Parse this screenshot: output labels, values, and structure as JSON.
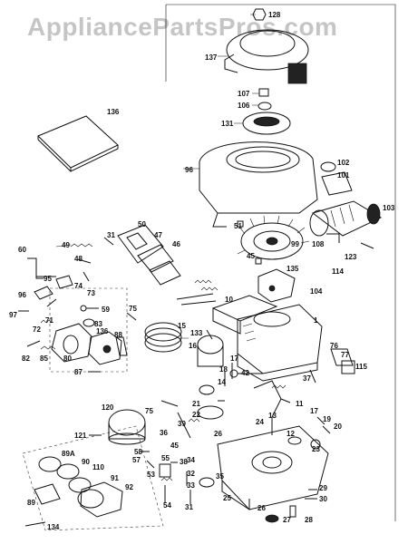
{
  "watermark": "AppliancePartsPros.com",
  "labels": {
    "l128": "128",
    "l137": "137",
    "l107": "107",
    "l106": "106",
    "l131": "131",
    "l136": "136",
    "l96": "96",
    "l102": "102",
    "l101": "101",
    "l103": "103",
    "l51": "51",
    "l99": "99",
    "l108": "108",
    "l123": "123",
    "l135": "135",
    "l114": "114",
    "l104": "104",
    "l45a": "45",
    "l50": "50",
    "l31": "31",
    "l47": "47",
    "l46": "46",
    "l60": "60",
    "l49": "49",
    "l48": "48",
    "l95": "95",
    "l74": "74",
    "l73": "73",
    "l96b": "96",
    "l97": "97",
    "l72": "72",
    "l71": "71",
    "l59": "59",
    "l83": "83",
    "l75": "75",
    "l136b": "136",
    "l15": "15",
    "l10": "10",
    "l133": "133",
    "l16": "16",
    "l1": "1",
    "l82": "82",
    "l85": "85",
    "l80": "80",
    "l88": "88",
    "l87": "87",
    "l76": "76",
    "l77": "77",
    "l115": "115",
    "l37": "37",
    "l42": "42",
    "l17": "17",
    "l18": "18",
    "l14": "14",
    "l21": "21",
    "l22": "22",
    "l11": "11",
    "l13": "13",
    "l120": "120",
    "l75b": "75",
    "l39": "39",
    "l36": "36",
    "l26": "26",
    "l24": "24",
    "l12": "12",
    "l17b": "17",
    "l19": "19",
    "l20": "20",
    "l23": "23",
    "l25": "25",
    "l121": "121",
    "l89A": "89A",
    "l90": "90",
    "l110": "110",
    "l91": "91",
    "l92": "92",
    "l89": "89",
    "l58": "58",
    "l57": "57",
    "l53": "53",
    "l55": "55",
    "l54": "54",
    "l33": "33",
    "l34": "34",
    "l32": "32",
    "l35": "35",
    "l31b": "31",
    "l27": "27",
    "l28": "28",
    "l30": "30",
    "l26b": "26",
    "l29": "29",
    "l38": "38",
    "l134": "134",
    "l45b": "45"
  }
}
